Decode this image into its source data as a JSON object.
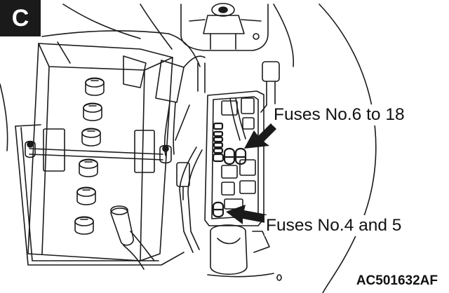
{
  "panel": {
    "letter": "C"
  },
  "callouts": {
    "upper": "Fuses No.6 to 18",
    "lower": "Fuses No.4 and 5"
  },
  "figure_code": "AC501632AF",
  "colors": {
    "ink": "#1a1a1a",
    "background": "#ffffff"
  }
}
